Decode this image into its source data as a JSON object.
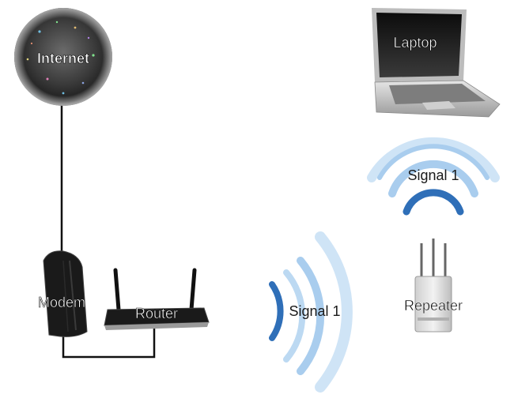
{
  "labels": {
    "internet": "Internet",
    "laptop": "Laptop",
    "modem": "Modem",
    "router": "Router",
    "repeater": "Repeater",
    "signal_top": "Signal 1",
    "signal_main": "Signal 1"
  },
  "colors": {
    "signal_dark": "#2f6fb8",
    "signal_light": "#a9cdee",
    "cable": "#111111",
    "device_dark": "#1a1a1a",
    "device_gray": "#c8c8c8"
  },
  "icons": {
    "internet": "globe-icon",
    "laptop": "laptop-icon",
    "modem": "modem-icon",
    "router": "router-icon",
    "repeater": "repeater-icon"
  }
}
